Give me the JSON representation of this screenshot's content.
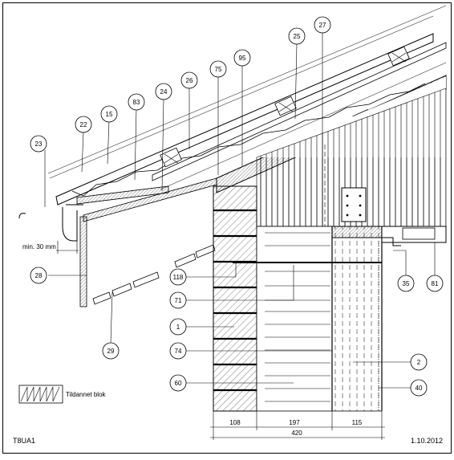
{
  "drawing": {
    "code": "T8UA1",
    "date": "1.10.2012",
    "overhang_note": "min. 30 mm",
    "legend_label": "Tildannet blok"
  },
  "callouts": [
    {
      "id": "c23",
      "label": "23"
    },
    {
      "id": "c22",
      "label": "22"
    },
    {
      "id": "c15",
      "label": "15"
    },
    {
      "id": "c83",
      "label": "83"
    },
    {
      "id": "c24",
      "label": "24"
    },
    {
      "id": "c26",
      "label": "26"
    },
    {
      "id": "c75",
      "label": "75"
    },
    {
      "id": "c95",
      "label": "95"
    },
    {
      "id": "c25",
      "label": "25"
    },
    {
      "id": "c27",
      "label": "27"
    },
    {
      "id": "c28",
      "label": "28"
    },
    {
      "id": "c118",
      "label": "118"
    },
    {
      "id": "c71",
      "label": "71"
    },
    {
      "id": "c1",
      "label": "1"
    },
    {
      "id": "c74",
      "label": "74"
    },
    {
      "id": "c60",
      "label": "60"
    },
    {
      "id": "c29",
      "label": "29"
    },
    {
      "id": "c35",
      "label": "35"
    },
    {
      "id": "c81",
      "label": "81"
    },
    {
      "id": "c2",
      "label": "2"
    },
    {
      "id": "c40",
      "label": "40"
    }
  ],
  "dimensions": {
    "outer_leaf": "108",
    "insulation": "197",
    "inner_leaf": "115",
    "total": "420"
  }
}
